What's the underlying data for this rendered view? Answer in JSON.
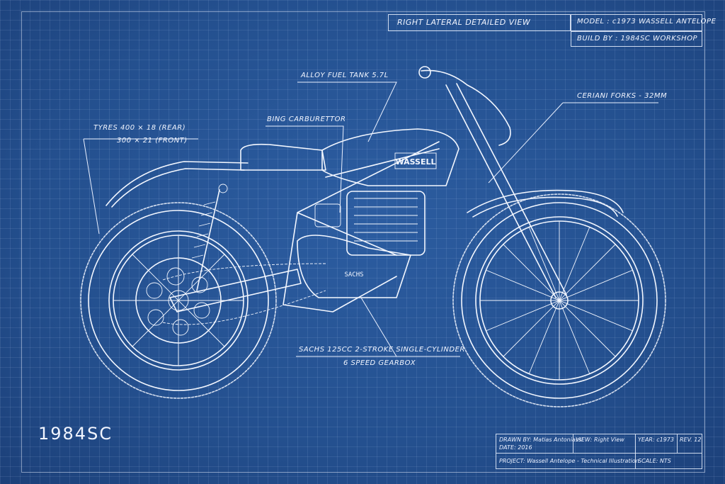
{
  "header": {
    "view_title": "RIGHT LATERAL DETAILED VIEW",
    "model": "MODEL : c1973 WASSELL ANTELOPE",
    "build_by": "BUILD BY : 1984SC WORKSHOP"
  },
  "annotations": {
    "fuel_tank": "ALLOY FUEL TANK 5.7L",
    "forks": "CERIANI FORKS - 32MM",
    "carburettor": "BING CARBURETTOR",
    "tyres_rear": "TYRES 400 × 18 (REAR)",
    "tyres_front": "300 × 21 (FRONT)",
    "engine": "SACHS 125CC 2-STROKE SINGLE-CYLINDER",
    "gearbox": "6 SPEED GEARBOX"
  },
  "tank_badge": "WASSELL",
  "engine_badge": "SACHS",
  "logo": "1984SC",
  "title_block": {
    "drawn_by": "DRAWN BY: Matias Antoniassi",
    "date": "DATE: 2016",
    "view": "VIEW: Right View",
    "year": "YEAR: c1973",
    "rev": "REV. 12",
    "project": "PROJECT: Wassell Antelope - Technical Illustration",
    "scale": "SCALE: NTS"
  },
  "colors": {
    "paper": "#24508f",
    "ink": "#f3f7ff"
  }
}
